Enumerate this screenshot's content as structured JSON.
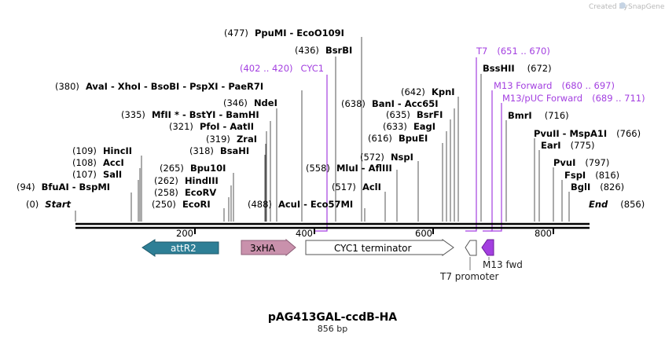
{
  "watermark": "Created by",
  "brand": "SnapGene",
  "title": "pAG413GAL-ccdB-HA",
  "length_label": "856 bp",
  "sequence_length": 856,
  "ticks": [
    "200",
    "400",
    "600",
    "800"
  ],
  "ends": {
    "start": {
      "pos": "(0)",
      "name": "Start"
    },
    "end": {
      "name": "End",
      "pos": "(856)"
    }
  },
  "sites": [
    {
      "pos": "(477)",
      "names": "PpuMI  -  EcoO109I",
      "bp": 477
    },
    {
      "pos": "(436)",
      "names": "BsrBI",
      "bp": 436
    },
    {
      "pos": "(380)",
      "names": "AvaI  -  XhoI  -  BsoBI  -  PspXI  -  PaeR7I",
      "bp": 380
    },
    {
      "pos": "(346)",
      "names": "NdeI",
      "bp": 346
    },
    {
      "pos": "(335)",
      "names": "MfII *  -  BstYI  -  BamHI",
      "bp": 335
    },
    {
      "pos": "(321)",
      "names": "PfoI  -  AatII",
      "bp": 321
    },
    {
      "pos": "(319)",
      "names": "ZraI",
      "bp": 319
    },
    {
      "pos": "(318)",
      "names": "BsaHI",
      "bp": 318
    },
    {
      "pos": "(109)",
      "names": "HincII",
      "bp": 109
    },
    {
      "pos": "(108)",
      "names": "AccI",
      "bp": 108
    },
    {
      "pos": "(107)",
      "names": "SalI",
      "bp": 107
    },
    {
      "pos": "(94)",
      "names": "BfuAI  -  BspMI",
      "bp": 94
    },
    {
      "pos": "(265)",
      "names": "Bpu10I",
      "bp": 265
    },
    {
      "pos": "(262)",
      "names": "HindIII",
      "bp": 262
    },
    {
      "pos": "(258)",
      "names": "EcoRV",
      "bp": 258
    },
    {
      "pos": "(250)",
      "names": "EcoRI",
      "bp": 250
    },
    {
      "pos": "(488)",
      "names": "AcuI  -  Eco57MI",
      "bp": 488
    },
    {
      "pos": "(558)",
      "names": "MluI  -  AflIII",
      "bp": 558
    },
    {
      "pos": "(572)",
      "names": "NspI",
      "bp": 572
    },
    {
      "pos": "(517)",
      "names": "AclI",
      "bp": 517
    },
    {
      "pos": "(642)",
      "names": "KpnI",
      "bp": 642
    },
    {
      "pos": "(638)",
      "names": "BanI  -  Acc65I",
      "bp": 638
    },
    {
      "pos": "(635)",
      "names": "BsrFI",
      "bp": 635
    },
    {
      "pos": "(633)",
      "names": "EagI",
      "bp": 633
    },
    {
      "pos": "(616)",
      "names": "BpuEI",
      "bp": 616
    },
    {
      "pos": "(672)",
      "names": "BssHII",
      "bp": 672
    },
    {
      "pos": "(716)",
      "names": "BmrI",
      "bp": 716
    },
    {
      "pos": "(766)",
      "names": "PvuII  -  MspA1I",
      "bp": 766
    },
    {
      "pos": "(775)",
      "names": "EarI",
      "bp": 775
    },
    {
      "pos": "(797)",
      "names": "PvuI",
      "bp": 797
    },
    {
      "pos": "(816)",
      "names": "FspI",
      "bp": 816
    },
    {
      "pos": "(826)",
      "names": "BglI",
      "bp": 826
    }
  ],
  "primers": [
    {
      "name": "CYC1",
      "range": "(402 .. 420)"
    },
    {
      "name": "T7",
      "range": "(651 .. 670)"
    },
    {
      "name": "M13 Forward",
      "range": "(680 .. 697)"
    },
    {
      "name": "M13/pUC Forward",
      "range": "(689 .. 711)"
    }
  ],
  "features": [
    {
      "name": "attR2",
      "color": "#2e7f96"
    },
    {
      "name": "3xHA",
      "color": "#c991ac"
    },
    {
      "name": "CYC1 terminator",
      "color": "#ffffff"
    },
    {
      "name": "T7 promoter",
      "color": "#ffffff"
    },
    {
      "name": "M13 fwd",
      "color": "#a33fe0"
    }
  ]
}
